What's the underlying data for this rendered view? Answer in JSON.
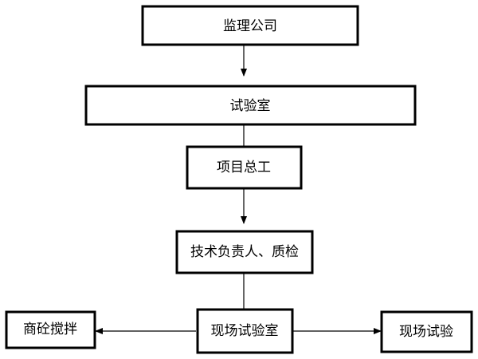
{
  "diagram": {
    "nodes": {
      "supervision_company": "监理公司",
      "laboratory": "试验室",
      "chief_engineer": "项目总工",
      "technical_lead_qc": "技术负责人、质检",
      "site_laboratory": "现场试验室",
      "commercial_concrete_mixing": "商砼搅拌",
      "site_testing": "现场试验"
    },
    "edges": [
      {
        "from": "supervision_company",
        "to": "laboratory"
      },
      {
        "from": "chief_engineer",
        "to": "technical_lead_qc"
      },
      {
        "from": "site_laboratory",
        "to": "commercial_concrete_mixing"
      },
      {
        "from": "site_laboratory",
        "to": "site_testing"
      }
    ],
    "lines": [
      {
        "from": "laboratory",
        "to": "chief_engineer"
      },
      {
        "from": "technical_lead_qc",
        "to": "site_laboratory"
      }
    ]
  }
}
